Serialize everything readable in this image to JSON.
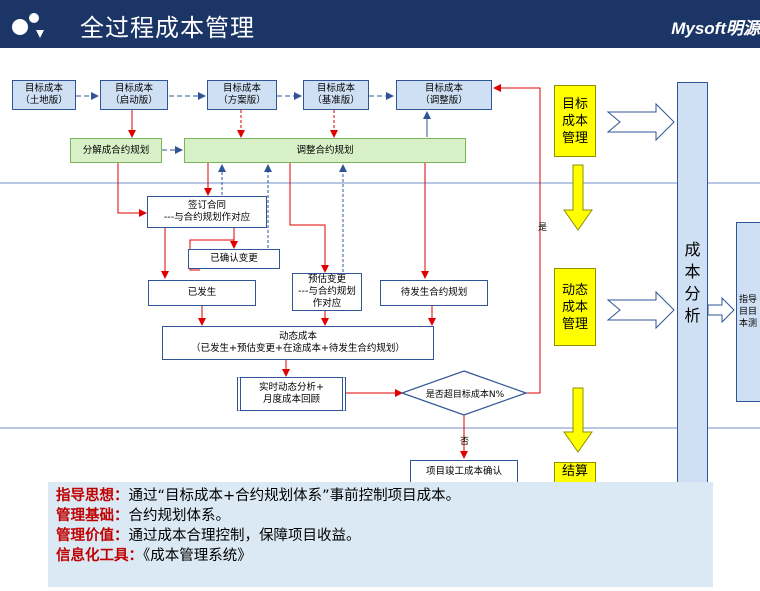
{
  "header": {
    "title": "全过程成本管理",
    "brand": "Mysoft明源"
  },
  "flow": {
    "target_land": "目标成本\n（土地版）",
    "target_launch": "目标成本\n（启动版）",
    "target_plan": "目标成本\n（方案版）",
    "target_base": "目标成本\n（基准版）",
    "target_adjust": "目标成本\n（调整版）",
    "decompose": "分解成合约规划",
    "adjust_plan": "调整合约规划",
    "sign_contract": "签订合同\n---与合约规划作对应",
    "confirmed_change": "已确认变更",
    "occurred": "已发生",
    "estimated_change": "预估变更\n---与合约规划\n作对应",
    "pending_plan": "待发生合约规划",
    "dynamic_cost": "动态成本\n（已发生+预估变更+在途成本+待发生合约规划）",
    "realtime_analysis": "实时动态分析+\n月度成本回顾",
    "exceed_check": "是否超目标成本N%",
    "yes": "是",
    "no": "否",
    "completion": "项目竣工成本确认"
  },
  "side": {
    "target_mgmt": "目标\n成本\n管理",
    "dynamic_mgmt": "动态\n成本\n管理",
    "third_mgmt": "结算",
    "cost_analysis": "成\n本\n分\n析",
    "guide": "指导\n目目\n本测"
  },
  "note": {
    "items": [
      {
        "key": "指导思想：",
        "value": "通过“目标成本+合约规划体系”事前控制项目成本。"
      },
      {
        "key": "管理基础：",
        "value": "合约规划体系。"
      },
      {
        "key": "管理价值：",
        "value": "通过成本合理控制，保障项目收益。"
      },
      {
        "key": "信息化工具：",
        "value": "《成本管理系统》"
      }
    ]
  },
  "colors": {
    "header": "#1a3566",
    "arrow_red": "#e00000",
    "arrow_blue": "#2f5596",
    "yellow": "#ffff00"
  }
}
